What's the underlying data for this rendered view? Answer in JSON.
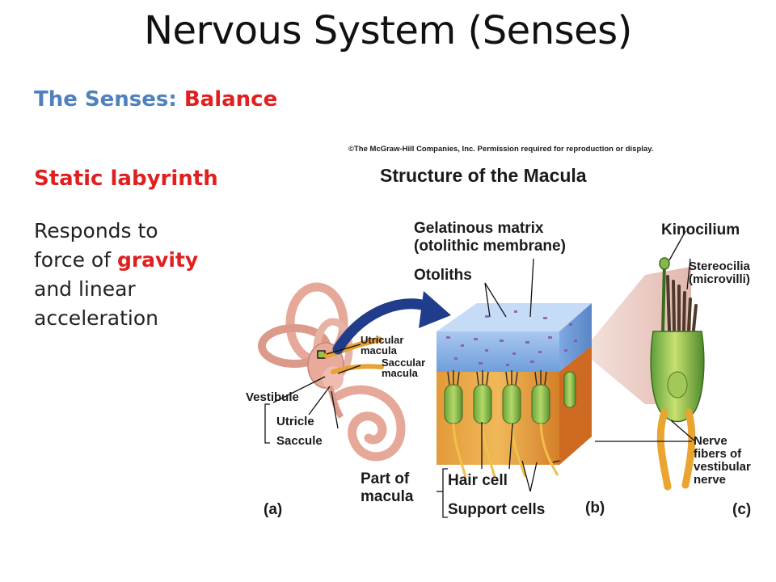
{
  "slide": {
    "title": "Nervous System (Senses)",
    "subtitle_part1": "The Senses: ",
    "subtitle_part2": "Balance",
    "static_heading": "Static labyrinth",
    "body_line1": "Responds to",
    "body_line2a": "force of ",
    "body_line2b": "gravity",
    "body_line3": "and linear",
    "body_line4": "acceleration"
  },
  "figure": {
    "copyright": "©The McGraw-Hill Companies, Inc. Permission required for reproduction or display.",
    "title": "Structure of the Macula",
    "labels": {
      "gelatinous_1": "Gelatinous matrix",
      "gelatinous_2": "(otolithic membrane)",
      "otoliths": "Otoliths",
      "kinocilium": "Kinocilium",
      "stereocilia_1": "Stereocilia",
      "stereocilia_2": "(microvilli)",
      "utricular_1": "Utricular",
      "utricular_2": "macula",
      "saccular_1": "Saccular",
      "saccular_2": "macula",
      "vestibule": "Vestibule",
      "utricle": "Utricle",
      "saccule": "Saccule",
      "nerve_1": "Nerve",
      "nerve_2": "fibers of",
      "nerve_3": "vestibular",
      "nerve_4": "nerve",
      "part_of_1": "Part of",
      "part_of_2": "macula",
      "hair_cell": "Hair cell",
      "support_cells": "Support cells",
      "panel_a": "(a)",
      "panel_b": "(b)",
      "panel_c": "(c)"
    }
  }
}
